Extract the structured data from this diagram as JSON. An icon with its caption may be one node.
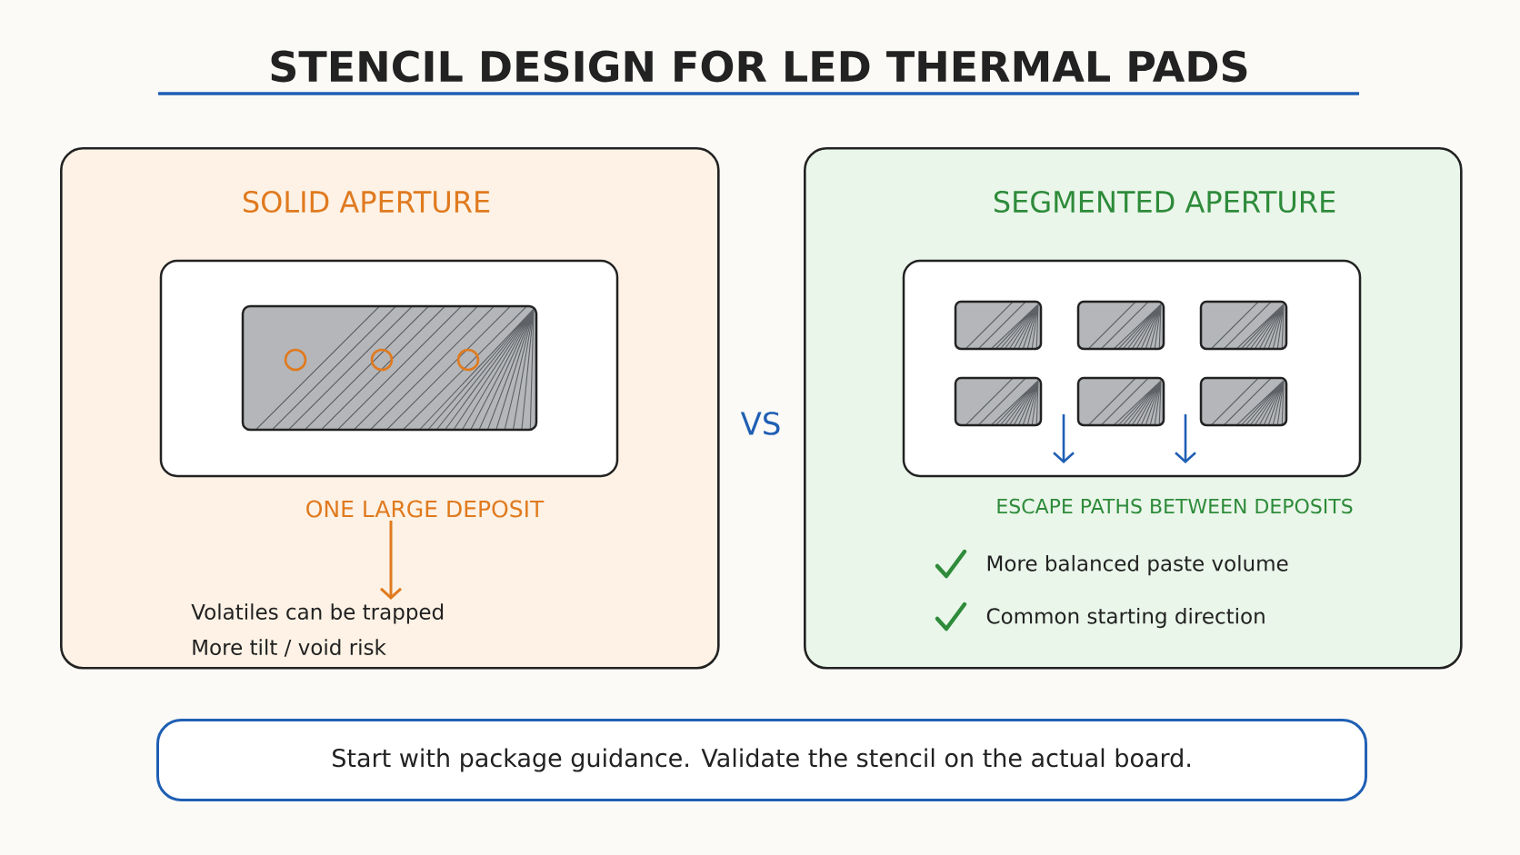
{
  "diagram": {
    "title": "STENCIL DESIGN FOR LED THERMAL PADS",
    "nodes": [
      {
        "text": [
          "SOLID APERTURE"
        ]
      },
      {
        "text": [
          "ONE LARGE DEPOSIT"
        ],
        "in": 0
      },
      {
        "text": [
          "Volatiles can be trapped",
          "More tilt / void risk"
        ],
        "in": 0
      },
      {
        "text": [
          "SEGMENTED APERTURE",
          "ESCAPE PATHS BETWEEN DEPOSITS",
          "More balanced paste volume",
          "Common starting direction"
        ]
      },
      {
        "text": [
          "Start with package guidance. Validate the stencil on the actual board."
        ]
      }
    ],
    "edges": [
      {
        "from": 1,
        "to": 2,
        "arrow": "to",
        "color": "#e07a1f"
      }
    ],
    "labels": [
      "VS"
    ]
  }
}
